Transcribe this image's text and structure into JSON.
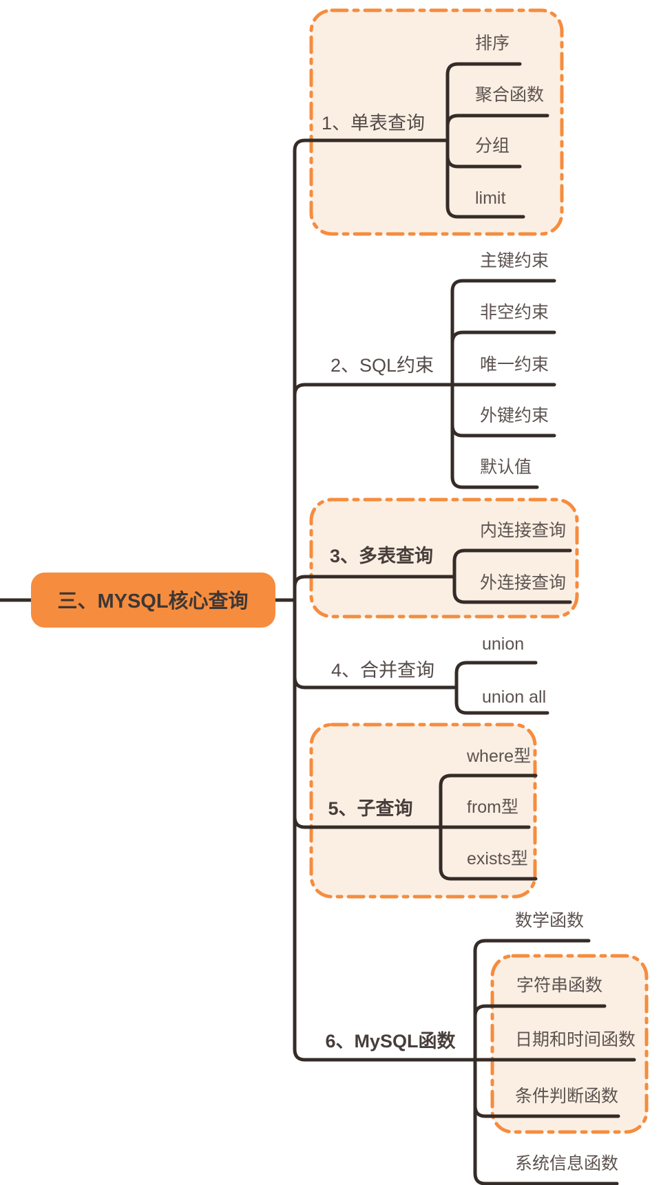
{
  "colors": {
    "accent_orange": "#F68C3E",
    "boundary_fill": "#FBEFE3",
    "connector_line": "#352C28",
    "root_text": "#3D3735",
    "branch_text": "#544B48",
    "child_text": "#5C5250"
  },
  "root": {
    "label": "三、MYSQL核心查询"
  },
  "branches": [
    {
      "label": "1、单表查询",
      "children": [
        "排序",
        "聚合函数",
        "分组",
        "limit"
      ]
    },
    {
      "label": "2、SQL约束",
      "children": [
        "主键约束",
        "非空约束",
        "唯一约束",
        "外键约束",
        "默认值"
      ]
    },
    {
      "label": "3、多表查询",
      "children": [
        "内连接查询",
        "外连接查询"
      ]
    },
    {
      "label": "4、合并查询",
      "children": [
        "union",
        "union all"
      ]
    },
    {
      "label": "5、子查询",
      "children": [
        "where型",
        "from型",
        "exists型"
      ]
    },
    {
      "label": "6、MySQL函数",
      "children": [
        "数学函数",
        "字符串函数",
        "日期和时间函数",
        "条件判断函数",
        "系统信息函数"
      ]
    }
  ]
}
